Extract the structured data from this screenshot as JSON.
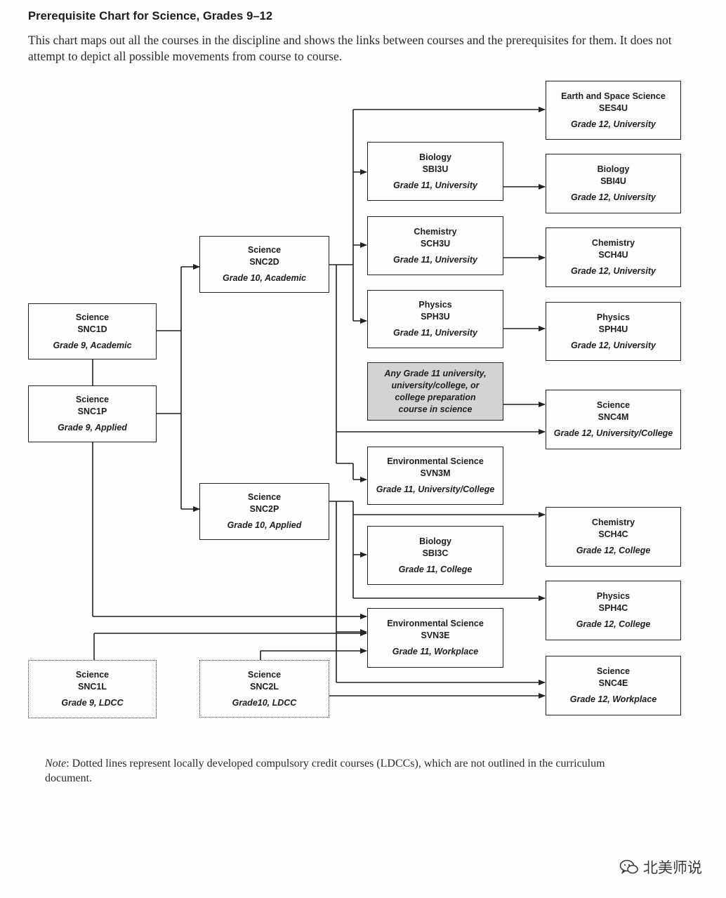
{
  "page": {
    "title": "Prerequisite Chart for Science, Grades 9–12",
    "intro": "This chart maps out all the courses in the discipline and shows the links between courses and the prerequisites for them. It does not attempt to depict all possible movements from course to course.",
    "note_label": "Note",
    "note_text": ": Dotted lines represent locally developed compulsory credit courses (LDCCs), which are not outlined in the curriculum document.",
    "watermark": "北美师说"
  },
  "courses": {
    "snc1d": {
      "name": "Science",
      "code": "SNC1D",
      "grade": "Grade 9, Academic"
    },
    "snc1p": {
      "name": "Science",
      "code": "SNC1P",
      "grade": "Grade 9, Applied"
    },
    "snc1l": {
      "name": "Science",
      "code": "SNC1L",
      "grade": "Grade 9, LDCC"
    },
    "snc2d": {
      "name": "Science",
      "code": "SNC2D",
      "grade": "Grade 10, Academic"
    },
    "snc2p": {
      "name": "Science",
      "code": "SNC2P",
      "grade": "Grade 10, Applied"
    },
    "snc2l": {
      "name": "Science",
      "code": "SNC2L",
      "grade": "Grade10, LDCC"
    },
    "sbi3u": {
      "name": "Biology",
      "code": "SBI3U",
      "grade": "Grade 11, University"
    },
    "sch3u": {
      "name": "Chemistry",
      "code": "SCH3U",
      "grade": "Grade 11, University"
    },
    "sph3u": {
      "name": "Physics",
      "code": "SPH3U",
      "grade": "Grade 11, University"
    },
    "any11": {
      "lines": [
        "Any Grade 11 university,",
        "university/college, or",
        "college preparation",
        "course in science"
      ]
    },
    "svn3m": {
      "name": "Environmental Science",
      "code": "SVN3M",
      "grade": "Grade 11, University/College"
    },
    "sbi3c": {
      "name": "Biology",
      "code": "SBI3C",
      "grade": "Grade 11, College"
    },
    "svn3e": {
      "name": "Environmental Science",
      "code": "SVN3E",
      "grade": "Grade 11, Workplace"
    },
    "ses4u": {
      "name": "Earth and Space Science",
      "code": "SES4U",
      "grade": "Grade 12, University"
    },
    "sbi4u": {
      "name": "Biology",
      "code": "SBI4U",
      "grade": "Grade 12, University"
    },
    "sch4u": {
      "name": "Chemistry",
      "code": "SCH4U",
      "grade": "Grade 12, University"
    },
    "sph4u": {
      "name": "Physics",
      "code": "SPH4U",
      "grade": "Grade 12, University"
    },
    "snc4m": {
      "name": "Science",
      "code": "SNC4M",
      "grade": "Grade 12, University/College"
    },
    "sch4c": {
      "name": "Chemistry",
      "code": "SCH4C",
      "grade": "Grade 12, College"
    },
    "sph4c": {
      "name": "Physics",
      "code": "SPH4C",
      "grade": "Grade 12, College"
    },
    "snc4e": {
      "name": "Science",
      "code": "SNC4E",
      "grade": "Grade 12, Workplace"
    }
  },
  "colors": {
    "line": "#222222",
    "shaded_box": "#d3d3d3",
    "background": "#fdfdfc"
  }
}
